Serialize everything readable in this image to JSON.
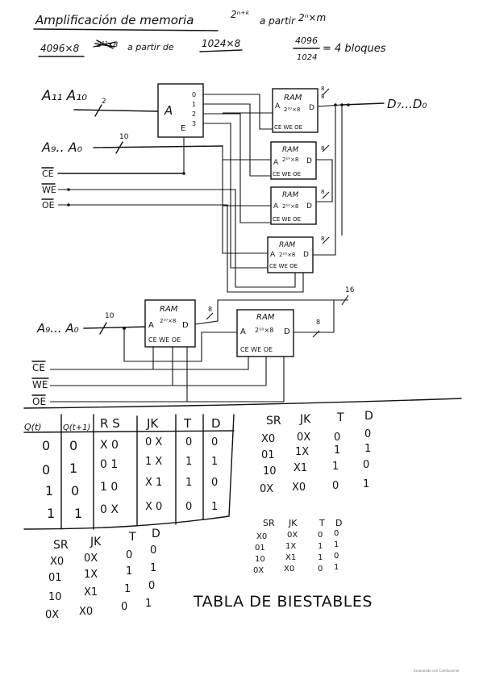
{
  "header": {
    "title": "Amplificación de memoria",
    "title_formula": "2ⁿ⁺ᵏ",
    "title_from": "a partir",
    "title_from_formula": "2ⁿ×m",
    "line2_left": "4096×8",
    "line2_scribble": "2¹²×8",
    "line2_mid": "a partir de",
    "line2_right": "1024×8",
    "ratio_numerator": "4096",
    "ratio_denominator": "1024",
    "ratio_result": "= 4 bloques"
  },
  "diagram1": {
    "addr_hi": "A₁₁ A₁₀",
    "addr_hi_width": "2",
    "addr_lo": "A₉.. A₀",
    "addr_lo_width": "10",
    "ce": "CE",
    "we": "WE",
    "oe": "OE",
    "decoder_label": "A",
    "decoder_enable": "E",
    "decoder_outputs": [
      "0",
      "1",
      "2",
      "3"
    ],
    "output_label": "D₇...D₀",
    "output_width": "8",
    "blocks": [
      {
        "title": "RAM",
        "size": "2¹⁰×8",
        "a": "A",
        "d": "D",
        "ctrl": "CE WE OE",
        "bus": "8"
      },
      {
        "title": "RAM",
        "size": "2¹⁰×8",
        "a": "A",
        "d": "D",
        "ctrl": "CE WE OE",
        "bus": "8"
      },
      {
        "title": "RAM",
        "size": "2¹⁰×8",
        "a": "A",
        "d": "D",
        "ctrl": "CE WE OE",
        "bus": "8"
      },
      {
        "title": "RAM",
        "size": "2¹⁰×8",
        "a": "A",
        "d": "D",
        "ctrl": "CE WE OE",
        "bus": "8"
      }
    ]
  },
  "diagram2": {
    "addr": "A₉... A₀",
    "addr_width": "10",
    "ce": "CE",
    "we": "WE",
    "oe": "OE",
    "out_width": "16",
    "blocks": [
      {
        "title": "RAM",
        "size": "2¹⁰×8",
        "a": "A",
        "d": "D",
        "ctrl": "CE WE OE",
        "bus": "8"
      },
      {
        "title": "RAM",
        "size": "2¹⁰×8",
        "a": "A",
        "d": "D",
        "ctrl": "CE WE OE",
        "bus": "8"
      }
    ]
  },
  "truth_table": {
    "headers": [
      "Q(t)",
      "Q(t+1)",
      "R S",
      "JK",
      "T",
      "D"
    ],
    "rows": [
      [
        "0",
        "0",
        "X 0",
        "0 X",
        "0",
        "0"
      ],
      [
        "0",
        "1",
        "0 1",
        "1 X",
        "1",
        "1"
      ],
      [
        "1",
        "0",
        "1 0",
        "X 1",
        "1",
        "0"
      ],
      [
        "1",
        "1",
        "0 X",
        "X 0",
        "0",
        "1"
      ]
    ]
  },
  "tables_small": [
    {
      "headers": [
        "SR",
        "JK",
        "T",
        "D"
      ],
      "rows": [
        [
          "X0",
          "0X",
          "0",
          "0"
        ],
        [
          "01",
          "1X",
          "1",
          "1"
        ],
        [
          "10",
          "X1",
          "1",
          "0"
        ],
        [
          "0X",
          "X0",
          "0",
          "1"
        ]
      ]
    },
    {
      "headers": [
        "SR",
        "JK",
        "T",
        "D"
      ],
      "rows": [
        [
          "X0",
          "0X",
          "0",
          "0"
        ],
        [
          "01",
          "1X",
          "1",
          "1"
        ],
        [
          "10",
          "X1",
          "1",
          "0"
        ],
        [
          "0X",
          "X0",
          "0",
          "1"
        ]
      ]
    },
    {
      "headers": [
        "SR",
        "JK",
        "T",
        "D"
      ],
      "rows": [
        [
          "X0",
          "0X",
          "0",
          "0"
        ],
        [
          "01",
          "1X",
          "1",
          "1"
        ],
        [
          "10",
          "X1",
          "1",
          "0"
        ],
        [
          "0X",
          "X0",
          "0",
          "1"
        ]
      ]
    }
  ],
  "caption": "TABLA DE BIESTABLES",
  "footer": "Escaneado con CamScanner"
}
